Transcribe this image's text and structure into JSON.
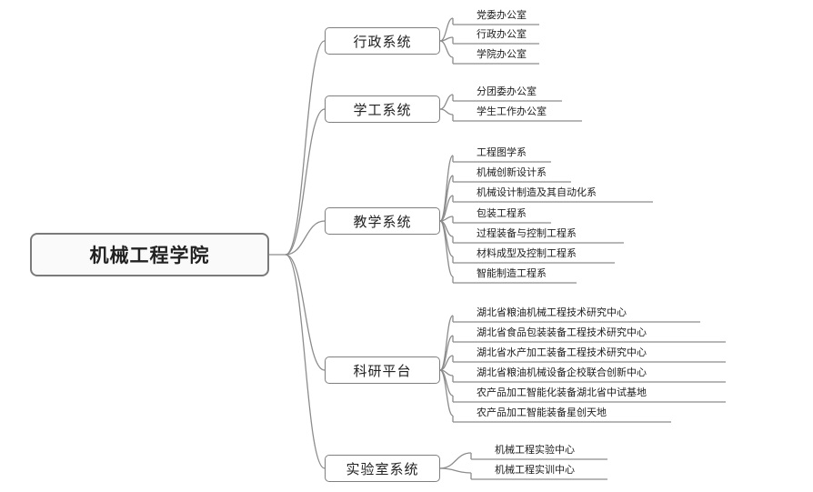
{
  "root": "机械工程学院",
  "branches": [
    {
      "label": "行政系统",
      "children": [
        "党委办公室",
        "行政办公室",
        "学院办公室"
      ]
    },
    {
      "label": "学工系统",
      "children": [
        "分团委办公室",
        "学生工作办公室"
      ]
    },
    {
      "label": "教学系统",
      "children": [
        "工程图学系",
        "机械创新设计系",
        "机械设计制造及其自动化系",
        "包装工程系",
        "过程装备与控制工程系",
        "材料成型及控制工程系",
        "智能制造工程系"
      ]
    },
    {
      "label": "科研平台",
      "children": [
        "湖北省粮油机械工程技术研究中心",
        "湖北省食品包装装备工程技术研究中心",
        "湖北省水产加工装备工程技术研究中心",
        "湖北省粮油机械设备企校联合创新中心",
        "农产品加工智能化装备湖北省中试基地",
        "农产品加工智能装备星创天地"
      ]
    },
    {
      "label": "实验室系统",
      "children": [
        "机械工程实验中心",
        "机械工程实训中心"
      ]
    }
  ]
}
